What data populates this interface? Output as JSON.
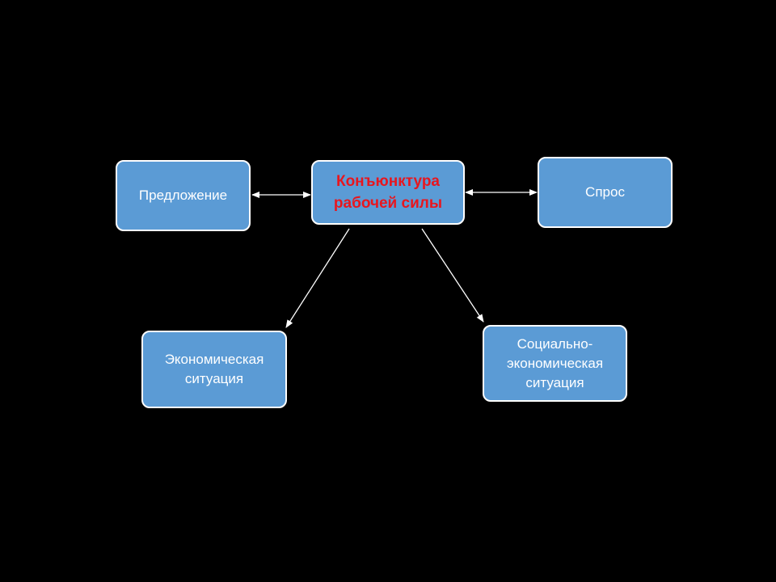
{
  "diagram": {
    "center": {
      "label_line1": "Конъюнктура",
      "label_line2": "рабочей силы",
      "text_color": "#e8161e"
    },
    "supply": {
      "label": "Предложение"
    },
    "demand": {
      "label": "Спрос"
    },
    "economic": {
      "label_line1": "Экономическая",
      "label_line2": "ситуация"
    },
    "social": {
      "label_line1": "Социально-",
      "label_line2": "экономическая",
      "label_line3": "ситуация"
    },
    "node_fill": "#5b9bd5",
    "node_border": "#ffffff",
    "background": "#000000"
  }
}
